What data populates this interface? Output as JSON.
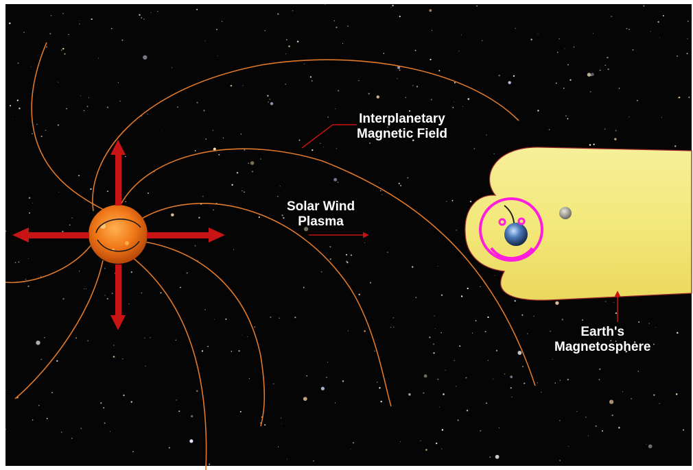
{
  "diagram": {
    "labels": {
      "imf_line1": "Interplanetary",
      "imf_line2": "Magnetic Field",
      "wind_line1": "Solar Wind",
      "wind_line2": "Plasma",
      "mag_line1": "Earth's",
      "mag_line2": "Magnetosphere"
    },
    "colors": {
      "space_background": "#050505",
      "field_line": "#e07a2a",
      "arrow": "#c81414",
      "magnetosphere_fill": "#f5ec86",
      "magnetosphere_outline": "#9a2a2a",
      "smiley": "#ff1edc",
      "sun": "#f07818",
      "label_text": "#ffffff"
    },
    "icons": [
      "sun-icon",
      "earth-icon",
      "moon-icon",
      "smiley-face-icon"
    ]
  }
}
